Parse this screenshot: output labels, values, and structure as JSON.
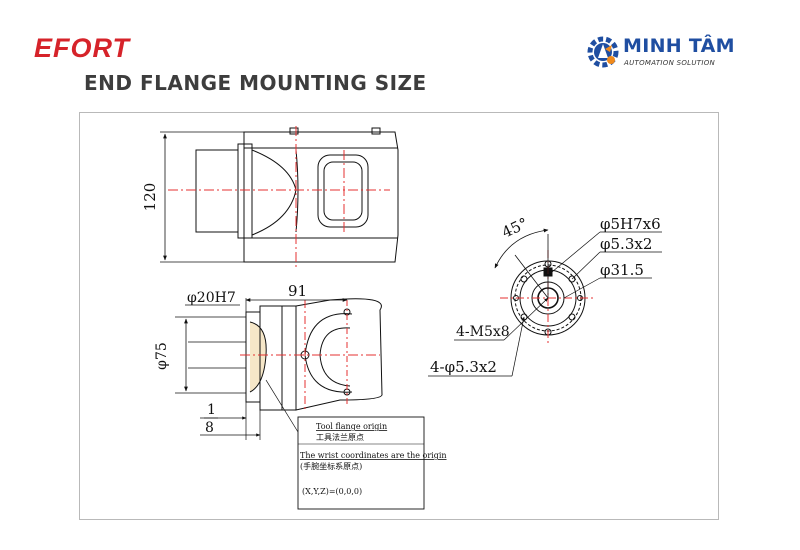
{
  "header": {
    "brand_left": "EFORT",
    "title": "END FLANGE MOUNTING SIZE",
    "logo": {
      "main": "MINH TÂM",
      "sub": "AUTOMATION SOLUTION"
    }
  },
  "colors": {
    "efort_red": "#d6232a",
    "title_gray": "#3d3d3d",
    "logo_blue": "#1f4ea1",
    "logo_orange": "#f08a1c",
    "line": "#111111",
    "centerline": "#e53030"
  },
  "drawing": {
    "dim_height": "120",
    "dim_bore": "φ20H7",
    "dim_length": "91",
    "dim_dia": "φ75",
    "dim_offset_top": "1",
    "dim_offset_bottom": "8",
    "note": {
      "line1": "Tool flange origin",
      "line1_cn": "工具法兰原点",
      "line2": "The wrist coordinates are the origin",
      "line2_cn": "(手腕坐标系原点)",
      "coords": "(X,Y,Z)=(0,0,0)"
    },
    "flange": {
      "angle": "45°",
      "pin_hole": "φ5H7x6",
      "hole1": "φ5.3x2",
      "pcd": "φ31.5",
      "thread": "4-M5x8",
      "hole2": "4-φ5.3x2"
    }
  }
}
